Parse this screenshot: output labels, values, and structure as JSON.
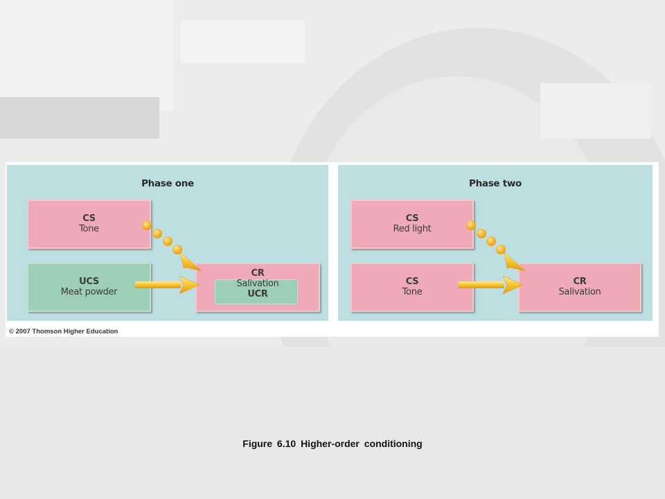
{
  "figure": {
    "phase_one": {
      "title": "Phase one",
      "cs_box": {
        "label": "CS",
        "sub": "Tone"
      },
      "ucs_box": {
        "label": "UCS",
        "sub": "Meat powder"
      },
      "cr_box": {
        "label": "CR",
        "sub": "Salivation",
        "inner_label": "UCR"
      }
    },
    "phase_two": {
      "title": "Phase two",
      "cs_box": {
        "label": "CS",
        "sub": "Red light"
      },
      "cs2_box": {
        "label": "CS",
        "sub": "Tone"
      },
      "cr_box": {
        "label": "CR",
        "sub": "Salivation"
      }
    },
    "copyright": "© 2007 Thomson Higher Education"
  },
  "caption": "Figure 6.10  Higher-order conditioning",
  "colors": {
    "panel": "#bedfe2",
    "pink_box": "#eeaab7",
    "green_box": "#9ccfb3",
    "arrow": "#f7c531",
    "dot": "#f5b41c"
  }
}
